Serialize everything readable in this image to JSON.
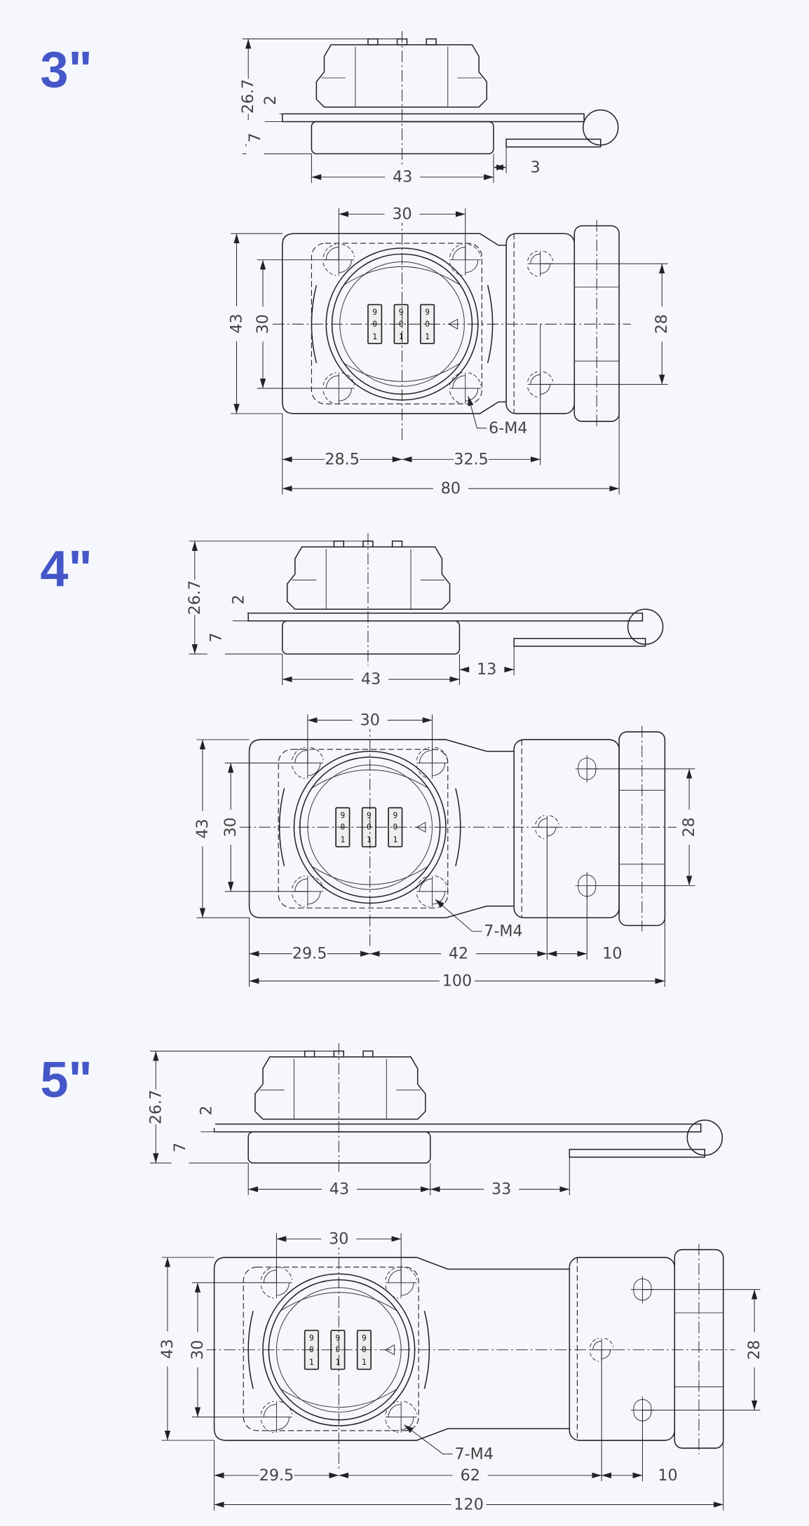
{
  "sections": [
    {
      "size_label": "3\"",
      "side": {
        "height": "26.7",
        "plate": "2",
        "base": "7",
        "base_width": "43",
        "gap": "3"
      },
      "top": {
        "hole_spacing_x": "30",
        "height": "43",
        "hole_spacing_y": "30",
        "hinge_spacing": "28",
        "left_offset": "28.5",
        "right_offset": "32.5",
        "total_length": "80",
        "screw_note": "6-M4"
      },
      "dial_digits": [
        "9",
        "0",
        "1"
      ]
    },
    {
      "size_label": "4\"",
      "side": {
        "height": "26.7",
        "plate": "2",
        "base": "7",
        "base_width": "43",
        "gap": "13"
      },
      "top": {
        "hole_spacing_x": "30",
        "height": "43",
        "hole_spacing_y": "30",
        "hinge_spacing": "28",
        "left_offset": "29.5",
        "right_offset": "42",
        "hinge_offset": "10",
        "total_length": "100",
        "screw_note": "7-M4"
      },
      "dial_digits": [
        "9",
        "0",
        "1"
      ]
    },
    {
      "size_label": "5\"",
      "side": {
        "height": "26.7",
        "plate": "2",
        "base": "7",
        "base_width": "43",
        "gap": "33"
      },
      "top": {
        "hole_spacing_x": "30",
        "height": "43",
        "hole_spacing_y": "30",
        "hinge_spacing": "28",
        "left_offset": "29.5",
        "right_offset": "62",
        "hinge_offset": "10",
        "total_length": "120",
        "screw_note": "7-M4"
      },
      "dial_digits": [
        "9",
        "0",
        "1"
      ]
    }
  ],
  "colors": {
    "size_label": "#4557c8",
    "line": "#222222",
    "background": "#f5f7fc"
  }
}
